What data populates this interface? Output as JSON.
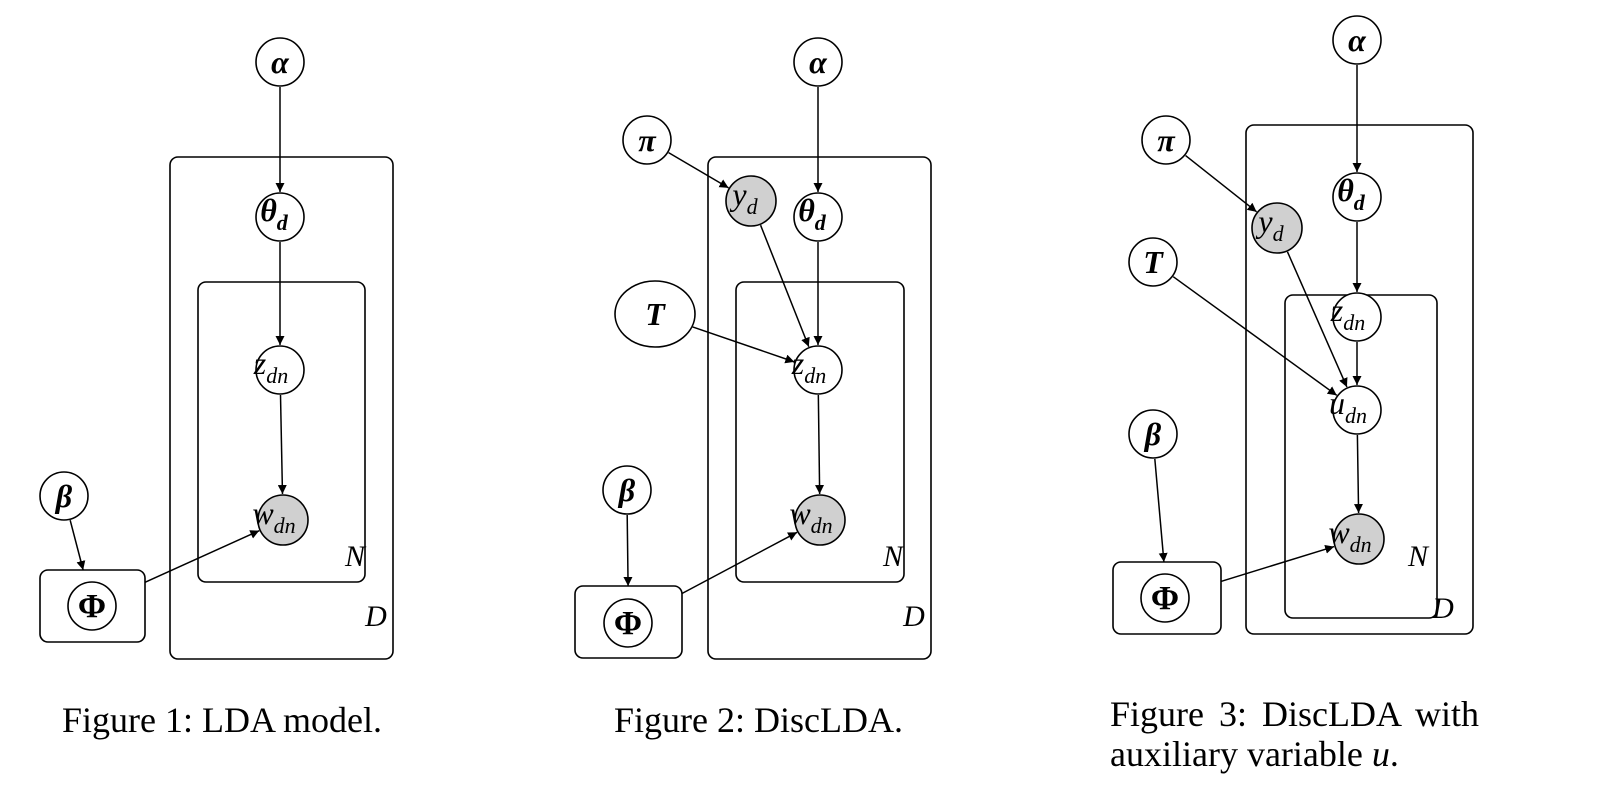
{
  "figures": [
    {
      "id": "fig1",
      "caption": "Figure 1: LDA model.",
      "nodes": [
        {
          "id": "alpha",
          "label": "α",
          "sub": "",
          "bold": true,
          "observed": false
        },
        {
          "id": "theta",
          "label": "θ",
          "sub": "d",
          "bold": true,
          "observed": false
        },
        {
          "id": "z",
          "label": "z",
          "sub": "dn",
          "bold": false,
          "observed": false
        },
        {
          "id": "w",
          "label": "w",
          "sub": "dn",
          "bold": false,
          "observed": true
        },
        {
          "id": "beta",
          "label": "β",
          "sub": "",
          "bold": true,
          "observed": false
        },
        {
          "id": "Phi",
          "label": "Φ",
          "sub": "",
          "bold": true,
          "observed": false
        }
      ],
      "edges": [
        [
          "alpha",
          "theta"
        ],
        [
          "theta",
          "z"
        ],
        [
          "z",
          "w"
        ],
        [
          "beta",
          "Phi"
        ],
        [
          "Phi",
          "w"
        ]
      ],
      "plates": [
        {
          "label": "N"
        },
        {
          "label": "D"
        }
      ]
    },
    {
      "id": "fig2",
      "caption": "Figure 2: DiscLDA.",
      "nodes": [
        {
          "id": "alpha",
          "label": "α",
          "sub": "",
          "bold": true,
          "observed": false
        },
        {
          "id": "pi",
          "label": "π",
          "sub": "",
          "bold": true,
          "observed": false
        },
        {
          "id": "y",
          "label": "y",
          "sub": "d",
          "bold": false,
          "observed": true
        },
        {
          "id": "theta",
          "label": "θ",
          "sub": "d",
          "bold": true,
          "observed": false
        },
        {
          "id": "T",
          "label": "T",
          "sub": "",
          "bold": true,
          "observed": false
        },
        {
          "id": "z",
          "label": "z",
          "sub": "dn",
          "bold": false,
          "observed": false
        },
        {
          "id": "w",
          "label": "w",
          "sub": "dn",
          "bold": false,
          "observed": true
        },
        {
          "id": "beta",
          "label": "β",
          "sub": "",
          "bold": true,
          "observed": false
        },
        {
          "id": "Phi",
          "label": "Φ",
          "sub": "",
          "bold": true,
          "observed": false
        }
      ],
      "edges": [
        [
          "alpha",
          "theta"
        ],
        [
          "pi",
          "y"
        ],
        [
          "y",
          "z"
        ],
        [
          "theta",
          "z"
        ],
        [
          "T",
          "z"
        ],
        [
          "z",
          "w"
        ],
        [
          "beta",
          "Phi"
        ],
        [
          "Phi",
          "w"
        ]
      ],
      "plates": [
        {
          "label": "N"
        },
        {
          "label": "D"
        }
      ]
    },
    {
      "id": "fig3",
      "caption_line1": "Figure 3:  DiscLDA with",
      "caption_line2_text": "auxiliary variable ",
      "caption_line2_var": "u",
      "caption_line2_end": ".",
      "nodes": [
        {
          "id": "alpha",
          "label": "α",
          "sub": "",
          "bold": true,
          "observed": false
        },
        {
          "id": "pi",
          "label": "π",
          "sub": "",
          "bold": true,
          "observed": false
        },
        {
          "id": "theta",
          "label": "θ",
          "sub": "d",
          "bold": true,
          "observed": false
        },
        {
          "id": "y",
          "label": "y",
          "sub": "d",
          "bold": false,
          "observed": true
        },
        {
          "id": "T",
          "label": "T",
          "sub": "",
          "bold": true,
          "observed": false
        },
        {
          "id": "z",
          "label": "z",
          "sub": "dn",
          "bold": false,
          "observed": false
        },
        {
          "id": "u",
          "label": "u",
          "sub": "dn",
          "bold": false,
          "observed": false
        },
        {
          "id": "w",
          "label": "w",
          "sub": "dn",
          "bold": false,
          "observed": true
        },
        {
          "id": "beta",
          "label": "β",
          "sub": "",
          "bold": true,
          "observed": false
        },
        {
          "id": "Phi",
          "label": "Φ",
          "sub": "",
          "bold": true,
          "observed": false
        }
      ],
      "edges": [
        [
          "alpha",
          "theta"
        ],
        [
          "theta",
          "z"
        ],
        [
          "pi",
          "y"
        ],
        [
          "y",
          "u"
        ],
        [
          "T",
          "u"
        ],
        [
          "z",
          "u"
        ],
        [
          "u",
          "w"
        ],
        [
          "beta",
          "Phi"
        ],
        [
          "Phi",
          "w"
        ]
      ],
      "plates": [
        {
          "label": "N"
        },
        {
          "label": "D"
        }
      ]
    }
  ]
}
